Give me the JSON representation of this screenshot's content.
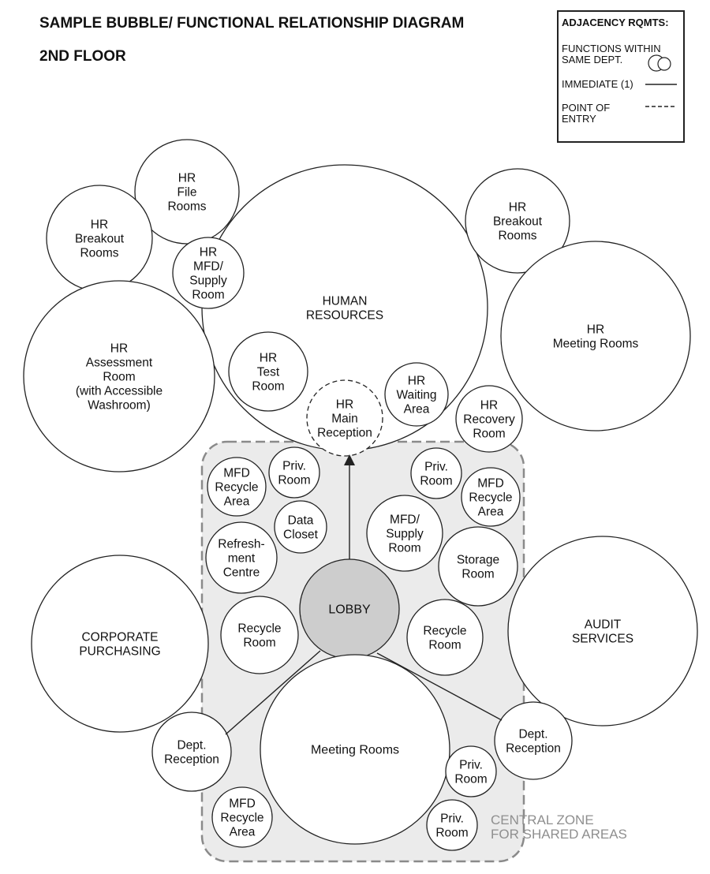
{
  "header": {
    "title": "SAMPLE BUBBLE/ FUNCTIONAL RELATIONSHIP DIAGRAM",
    "subtitle": "2ND FLOOR"
  },
  "legend": {
    "title": "ADJACENCY RQMTS:",
    "items": [
      {
        "label_line1": "FUNCTIONS WITHIN",
        "label_line2": "SAME DEPT.",
        "symbol": "double-circle"
      },
      {
        "label_line1": "IMMEDIATE (1)",
        "label_line2": "",
        "symbol": "solid-line"
      },
      {
        "label_line1": "POINT OF",
        "label_line2": "ENTRY",
        "symbol": "dashed-line"
      }
    ]
  },
  "zone": {
    "label_line1": "CENTRAL ZONE",
    "label_line2": "FOR SHARED AREAS"
  },
  "bubbles": {
    "hr_file_rooms": [
      "HR",
      "File",
      "Rooms"
    ],
    "hr_breakout_left": [
      "HR",
      "Breakout",
      "Rooms"
    ],
    "hr_mfd_supply": [
      "HR",
      "MFD/",
      "Supply",
      "Room"
    ],
    "human_resources": [
      "HUMAN",
      "RESOURCES"
    ],
    "hr_breakout_right": [
      "HR",
      "Breakout",
      "Rooms"
    ],
    "hr_meeting_rooms": [
      "HR",
      "Meeting Rooms"
    ],
    "hr_assessment": [
      "HR",
      "Assessment",
      "Room",
      "(with Accessible",
      "Washroom)"
    ],
    "hr_test_room": [
      "HR",
      "Test",
      "Room"
    ],
    "hr_main_reception": [
      "HR",
      "Main",
      "Reception"
    ],
    "hr_waiting_area": [
      "HR",
      "Waiting",
      "Area"
    ],
    "hr_recovery_room": [
      "HR",
      "Recovery",
      "Room"
    ],
    "mfd_recycle_left": [
      "MFD",
      "Recycle",
      "Area"
    ],
    "priv_room_top_left": [
      "Priv.",
      "Room"
    ],
    "data_closet": [
      "Data",
      "Closet"
    ],
    "refreshment_centre": [
      "Refresh-",
      "ment",
      "Centre"
    ],
    "priv_room_top_right": [
      "Priv.",
      "Room"
    ],
    "mfd_recycle_right": [
      "MFD",
      "Recycle",
      "Area"
    ],
    "mfd_supply_center": [
      "MFD/",
      "Supply",
      "Room"
    ],
    "storage_room": [
      "Storage",
      "Room"
    ],
    "lobby": [
      "LOBBY"
    ],
    "recycle_room_left": [
      "Recycle",
      "Room"
    ],
    "recycle_room_right": [
      "Recycle",
      "Room"
    ],
    "corporate_purchasing": [
      "CORPORATE",
      "PURCHASING"
    ],
    "audit_services": [
      "AUDIT",
      "SERVICES"
    ],
    "meeting_rooms": [
      "Meeting Rooms"
    ],
    "dept_reception_left": [
      "Dept.",
      "Reception"
    ],
    "dept_reception_right": [
      "Dept.",
      "Reception"
    ],
    "priv_room_bottom_1": [
      "Priv.",
      "Room"
    ],
    "priv_room_bottom_2": [
      "Priv.",
      "Room"
    ],
    "mfd_recycle_bottom": [
      "MFD",
      "Recycle",
      "Area"
    ]
  },
  "colors": {
    "zone_fill": "#ebebeb",
    "zone_stroke": "#8a8a8a",
    "lobby_fill": "#cdcdcd",
    "stroke": "#222222",
    "zone_label": "#8f8f8f"
  }
}
